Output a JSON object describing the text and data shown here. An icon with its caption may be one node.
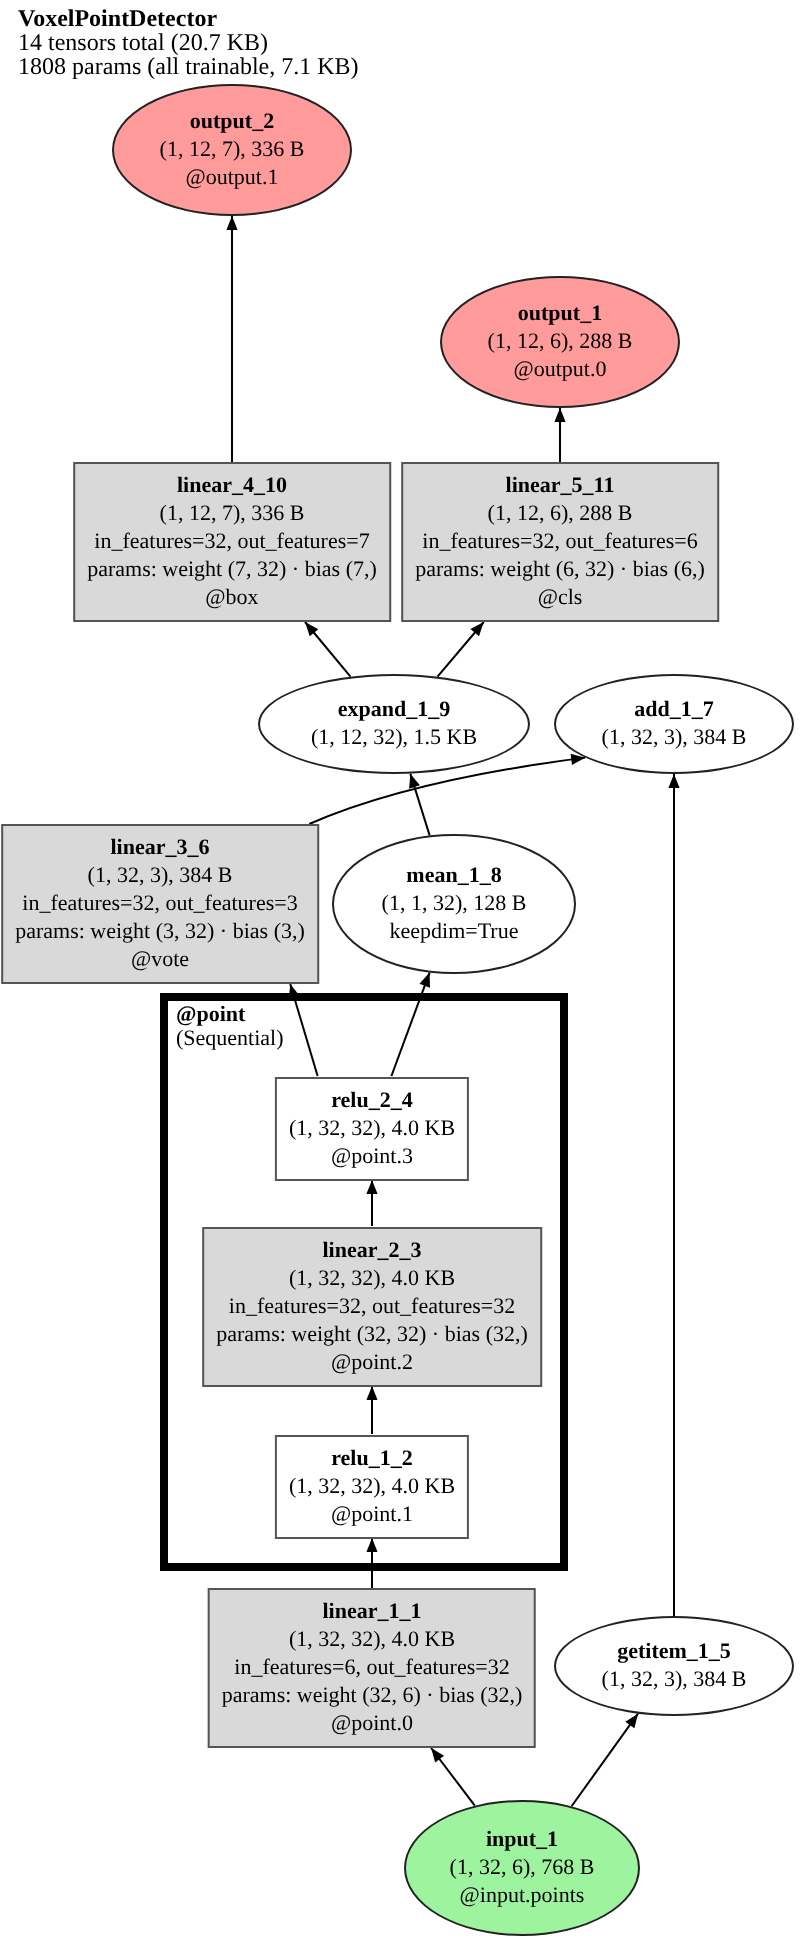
{
  "diagram": {
    "title": "VoxelPointDetector",
    "nodes": [
      {
        "text": [
          "output_2",
          "(1, 12, 7), 336 B",
          "@output.1"
        ]
      },
      {
        "text": [
          "output_1",
          "(1, 12, 6), 288 B",
          "@output.0"
        ]
      },
      {
        "text": [
          "linear_4_10",
          "(1, 12, 7), 336 B",
          "in_features=32, out_features=7",
          "params: weight (7, 32) · bias (7,)",
          "@box"
        ]
      },
      {
        "text": [
          "linear_5_11",
          "(1, 12, 6), 288 B",
          "in_features=32, out_features=6",
          "params: weight (6, 32) · bias (6,)",
          "@cls"
        ]
      },
      {
        "text": [
          "expand_1_9",
          "(1, 12, 32), 1.5 KB"
        ]
      },
      {
        "text": [
          "add_1_7",
          "(1, 32, 3), 384 B"
        ]
      },
      {
        "text": [
          "linear_3_6",
          "(1, 32, 3), 384 B",
          "in_features=32, out_features=3",
          "params: weight (3, 32) · bias (3,)",
          "@vote"
        ]
      },
      {
        "text": [
          "mean_1_8",
          "(1, 1, 32), 128 B",
          "keepdim=True"
        ]
      },
      {
        "text": [
          "@point",
          "(Sequential)"
        ]
      },
      {
        "text": [
          "relu_2_4",
          "(1, 32, 32), 4.0 KB",
          "@point.3"
        ],
        "in": 8
      },
      {
        "text": [
          "linear_2_3",
          "(1, 32, 32), 4.0 KB",
          "in_features=32, out_features=32",
          "params: weight (32, 32) · bias (32,)",
          "@point.2"
        ],
        "in": 8
      },
      {
        "text": [
          "relu_1_2",
          "(1, 32, 32), 4.0 KB",
          "@point.1"
        ],
        "in": 8
      },
      {
        "text": [
          "linear_1_1",
          "(1, 32, 32), 4.0 KB",
          "in_features=6, out_features=32",
          "params: weight (32, 6) · bias (32,)",
          "@point.0"
        ]
      },
      {
        "text": [
          "getitem_1_5",
          "(1, 32, 3), 384 B"
        ]
      },
      {
        "text": [
          "input_1",
          "(1, 32, 6), 768 B",
          "@input.points"
        ]
      }
    ],
    "edges": [
      {
        "from": 14,
        "to": 12,
        "arrow": "to"
      },
      {
        "from": 14,
        "to": 13,
        "arrow": "to"
      },
      {
        "from": 12,
        "to": 11,
        "arrow": "to"
      },
      {
        "from": 11,
        "to": 10,
        "arrow": "to"
      },
      {
        "from": 10,
        "to": 9,
        "arrow": "to"
      },
      {
        "from": 9,
        "to": 6,
        "arrow": "to"
      },
      {
        "from": 9,
        "to": 7,
        "arrow": "to"
      },
      {
        "from": 13,
        "to": 5,
        "arrow": "to"
      },
      {
        "from": 6,
        "to": 5,
        "arrow": "to"
      },
      {
        "from": 7,
        "to": 4,
        "arrow": "to"
      },
      {
        "from": 4,
        "to": 2,
        "arrow": "to"
      },
      {
        "from": 4,
        "to": 3,
        "arrow": "to"
      },
      {
        "from": 2,
        "to": 0,
        "arrow": "to"
      },
      {
        "from": 3,
        "to": 1,
        "arrow": "to"
      }
    ],
    "labels": [
      "14 tensors total (20.7 KB)",
      "1808 params (all trainable, 7.1 KB)"
    ]
  }
}
